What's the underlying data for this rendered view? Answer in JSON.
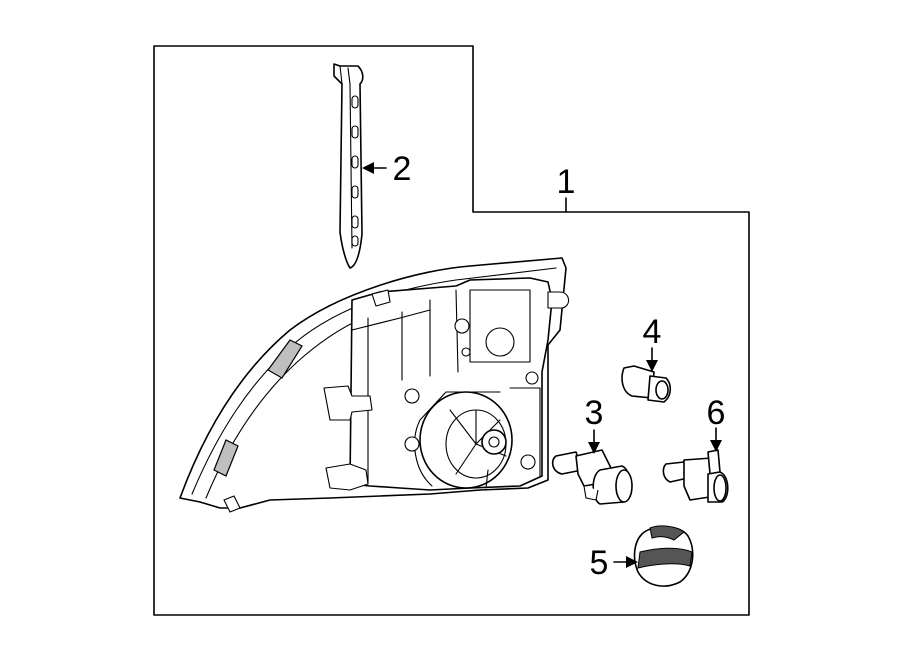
{
  "callouts": {
    "c1": "1",
    "c2": "2",
    "c3": "3",
    "c4": "4",
    "c5": "5",
    "c6": "6"
  },
  "colors": {
    "line": "#000000",
    "background": "#ffffff",
    "shade": "#bfbfbf"
  }
}
